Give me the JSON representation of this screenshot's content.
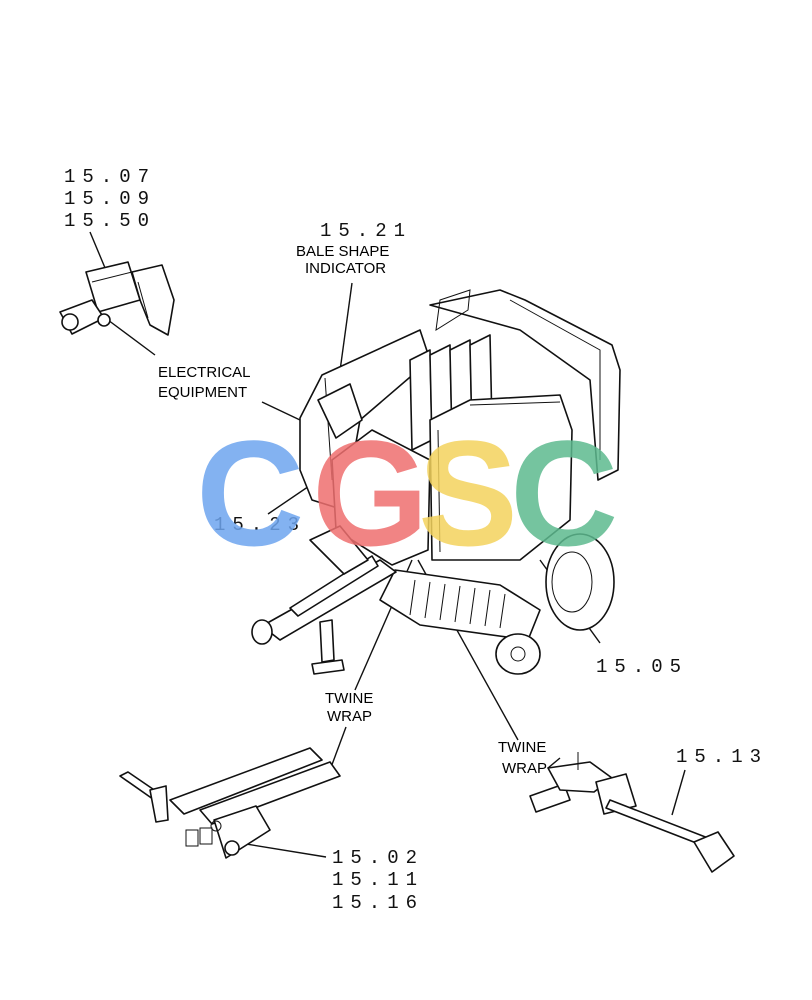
{
  "references": {
    "electrical_group": [
      "15.07",
      "15.09",
      "15.50"
    ],
    "bale_shape": "15.21",
    "center": "15.23",
    "wheel": "15.05",
    "twine_right": "15.13",
    "twine_left_group": [
      "15.02",
      "15.11",
      "15.16"
    ]
  },
  "labels": {
    "bale_shape_line1": "BALE SHAPE",
    "bale_shape_line2": "INDICATOR",
    "electrical_line1": "ELECTRICAL",
    "electrical_line2": "EQUIPMENT",
    "twine_left_line1": "TWINE",
    "twine_left_line2": "WRAP",
    "twine_right_line1": "TWINE",
    "twine_right_line2": "WRAP"
  },
  "watermark": {
    "letters": [
      "C",
      "G",
      "S",
      "C"
    ],
    "colors": [
      "#6ea5ef",
      "#ef6f6f",
      "#f4d35e",
      "#5dba8f"
    ]
  }
}
